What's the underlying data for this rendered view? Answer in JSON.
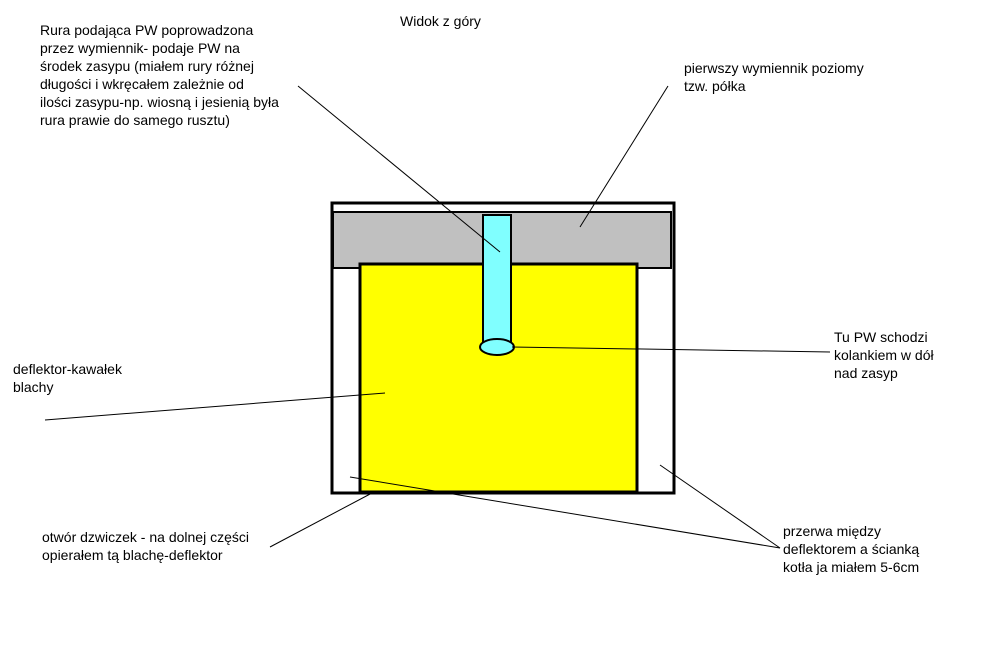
{
  "title": "Widok z góry",
  "labels": {
    "pipe_description": "Rura podająca PW poprowadzona\nprzez wymiennik- podaje PW na\nśrodek zasypu (miałem rury różnej\ndługości i wkręcałem zależnie od\nilości zasypu-np. wiosną i jesienią była\nrura prawie do samego rusztu)",
    "exchanger": "pierwszy wymiennik poziomy\ntzw. półka",
    "pw_elbow": "Tu PW schodzi\nkolankiem w dół\nnad zasyp",
    "deflector": "deflektor-kawałek\nblachy",
    "holes": "otwór dzwiczek - na dolnej części\nopierałem tą blachę-deflektor",
    "gap": "przerwa między\ndeflektorem a ścianką\nkotła ja miałem 5-6cm"
  },
  "colors": {
    "boiler_wall": "#ffffff",
    "exchanger_shelf": "#c0c0c0",
    "deflector": "#ffff00",
    "pipe": "#80ffff",
    "line": "#000000"
  }
}
